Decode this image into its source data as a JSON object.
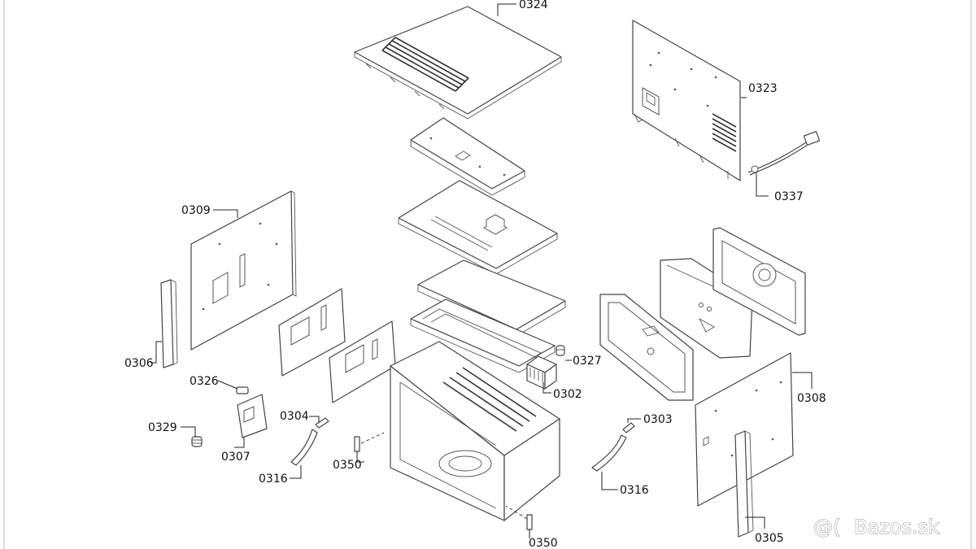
{
  "diagram": {
    "part_labels": {
      "p0324": "0324",
      "p0323": "0323",
      "p0337": "0337",
      "p0309": "0309",
      "p0306": "0306",
      "p0327": "0327",
      "p0302": "0302",
      "p0326": "0326",
      "p0329": "0329",
      "p0307": "0307",
      "p0304": "0304",
      "p0316a": "0316",
      "p0350a": "0350",
      "p0350b": "0350",
      "p0303": "0303",
      "p0316b": "0316",
      "p0308": "0308",
      "p0305": "0305"
    },
    "watermark": "Bazos.sk",
    "watermark_logo": "@("
  }
}
